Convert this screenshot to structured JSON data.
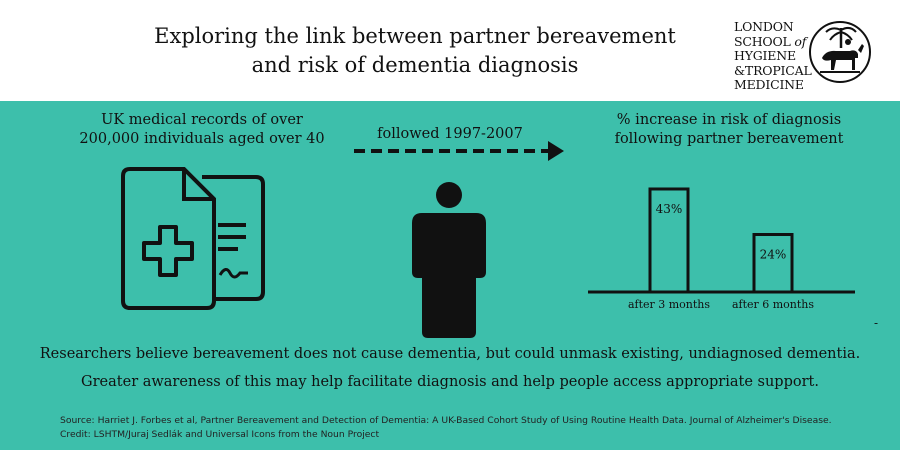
{
  "header": {
    "title_line1": "Exploring the link between partner bereavement",
    "title_line2": "and risk of dementia diagnosis",
    "logo": {
      "line1": "LONDON",
      "line2_a": "SCHOOL",
      "line2_b": "of",
      "line3": "HYGIENE",
      "line4": "&TROPICAL",
      "line5": "MEDICINE"
    }
  },
  "study": {
    "records_line1": "UK medical records of over",
    "records_line2": "200,000 individuals aged over 40",
    "followed": "followed 1997-2007"
  },
  "results": {
    "heading_line1": "% increase in risk of diagnosis",
    "heading_line2": "following partner bereavement"
  },
  "chart_data": {
    "type": "bar",
    "categories": [
      "after 3 months",
      "after 6 months"
    ],
    "values": [
      43,
      24
    ],
    "data_labels": [
      "43%",
      "24%"
    ],
    "ylim": [
      0,
      50
    ],
    "grid": false
  },
  "messages": {
    "line1": "Researchers believe bereavement does not cause dementia, but could unmask existing, undiagnosed dementia.",
    "line2": "Greater awareness of this may help facilitate diagnosis and help people access appropriate support."
  },
  "footer": {
    "source": "Source: Harriet J. Forbes et al, Partner Bereavement and Detection of Dementia: A UK-Based Cohort Study of Using Routine Health Data. Journal of Alzheimer's Disease.",
    "credit": "Credit: LSHTM/Juraj Sedlák and Universal Icons from the Noun Project",
    "stray_mark": "-"
  },
  "colors": {
    "panel": "#3dbfab",
    "ink": "#111111",
    "header": "#ffffff"
  },
  "icons": [
    "medical-record-icon",
    "person-icon",
    "arrow-right-icon",
    "lshtm-seal-icon"
  ]
}
